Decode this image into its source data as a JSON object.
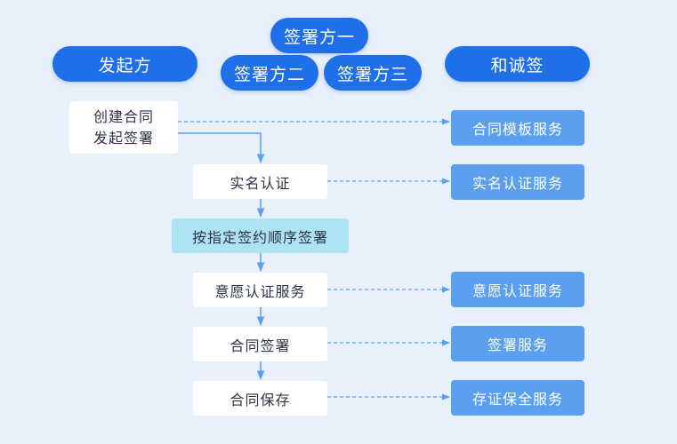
{
  "parties": {
    "initiator": "发起方",
    "signer1": "签署方一",
    "signer2": "签署方二",
    "signer3": "签署方三",
    "platform": "和诚签"
  },
  "steps": {
    "create_line1": "创建合同",
    "create_line2": "发起签署",
    "realname": "实名认证",
    "order": "按指定签约顺序签署",
    "intent": "意愿认证服务",
    "sign": "合同签署",
    "save": "合同保存"
  },
  "services": {
    "template": "合同模板服务",
    "realname": "实名认证服务",
    "intent": "意愿认证服务",
    "sign": "签署服务",
    "storage": "存证保全服务"
  },
  "colors": {
    "background": "#e8f0fb",
    "party_pill": "#1f6fe8",
    "service_box": "#5b9ff0",
    "highlight_step": "#aee3f4",
    "connector": "#5b9ff0"
  }
}
